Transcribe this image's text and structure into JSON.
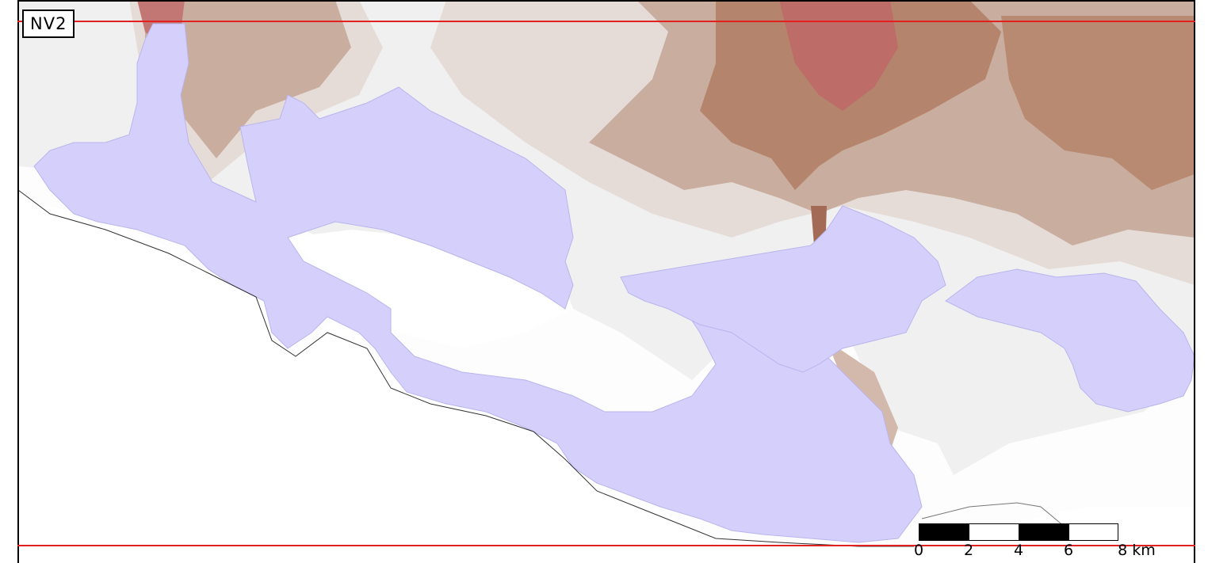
{
  "map": {
    "label": "NV2",
    "extent_lines_color": "#e32020",
    "water_color": "#d4d0fb",
    "terrain_colors": [
      "#eeeeee",
      "#e4d9d4",
      "#c4a696",
      "#b08065",
      "#b86a66"
    ]
  },
  "scalebar": {
    "ticks": [
      "0",
      "2",
      "4",
      "6"
    ],
    "end_label": "8 km"
  }
}
